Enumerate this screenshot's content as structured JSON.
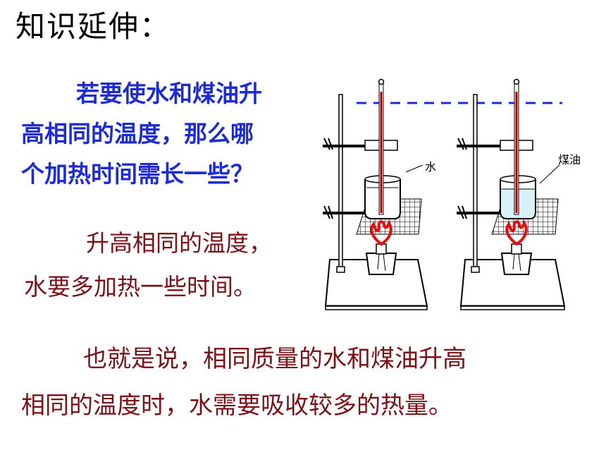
{
  "title": "知识延伸：",
  "question": {
    "lines": [
      "若要使水和煤油升",
      "高相同的温度，那么哪",
      "个加热时间需长一些？"
    ]
  },
  "answer": {
    "lines": [
      "升高相同的温度，",
      "水要多加热一些时间。"
    ]
  },
  "conclusion": {
    "lines": [
      "也就是说，相同质量的水和煤油升高",
      "相同的温度时，水需要吸收较多的热量。"
    ]
  },
  "diagram": {
    "label_left": "水",
    "label_right": "煤油",
    "colors": {
      "thermometer": "#b00000",
      "flame": "#e01010",
      "dashed_line": "#1c2bd6",
      "kerosene": "#d8f1f8"
    }
  }
}
